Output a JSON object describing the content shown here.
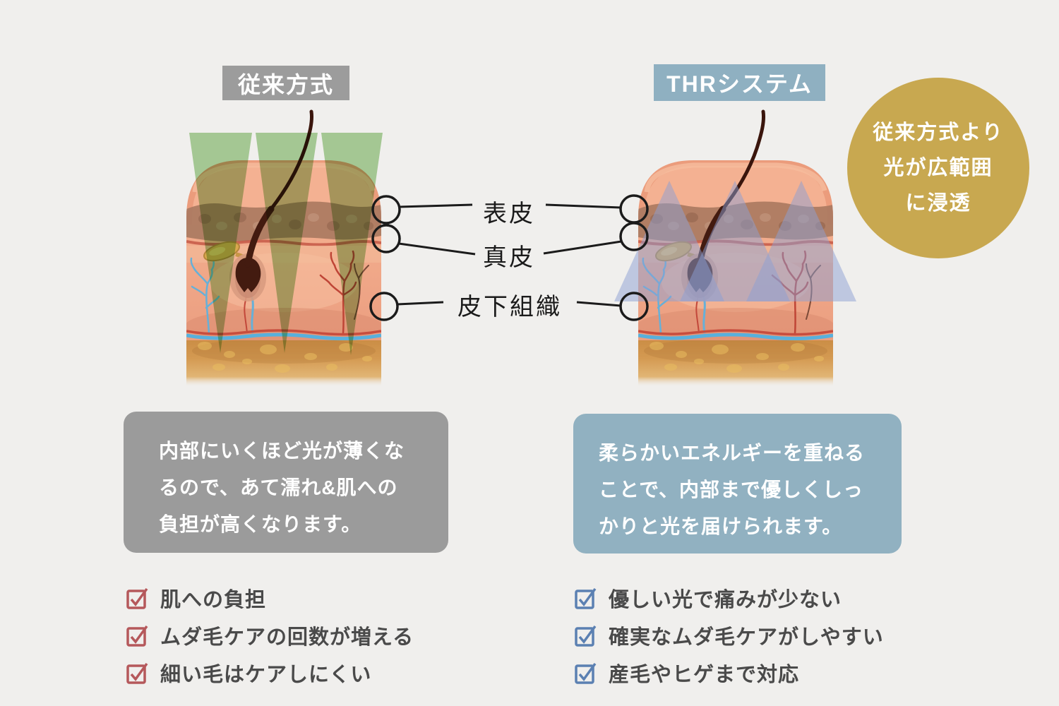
{
  "page": {
    "background_color": "#f0efed"
  },
  "left_method": {
    "title": "従来方式",
    "title_bg": "#9c9c9c",
    "beam_color": "#a5d193",
    "description_bg": "#9b9b9b",
    "description_lines": [
      "内部にいくほど光が薄くな",
      "るので、あて濡れ&肌への",
      "負担が高くなります。"
    ],
    "check_color": "#b5585b",
    "checklist": [
      "肌への負担",
      "ムダ毛ケアの回数が増える",
      "細い毛はケアしにくい"
    ]
  },
  "right_method": {
    "title": "THRシステム",
    "title_bg": "#8fb0c1",
    "beam_color": "#8b9fd4",
    "description_bg": "#91b1c1",
    "description_lines": [
      "柔らかいエネルギーを重ねる",
      "ことで、内部まで優しくしっ",
      "かりと光を届けられます。"
    ],
    "check_color": "#5b80b2",
    "checklist": [
      "優しい光で痛みが少ない",
      "確実なムダ毛ケアがしやすい",
      "産毛やヒゲまで対応"
    ]
  },
  "badge": {
    "bg": "#c8a850",
    "lines": [
      "従来方式より",
      "光が広範囲",
      "に浸透"
    ]
  },
  "skin_labels": {
    "epidermis": "表皮",
    "dermis": "真皮",
    "subcutaneous": "皮下組織"
  }
}
